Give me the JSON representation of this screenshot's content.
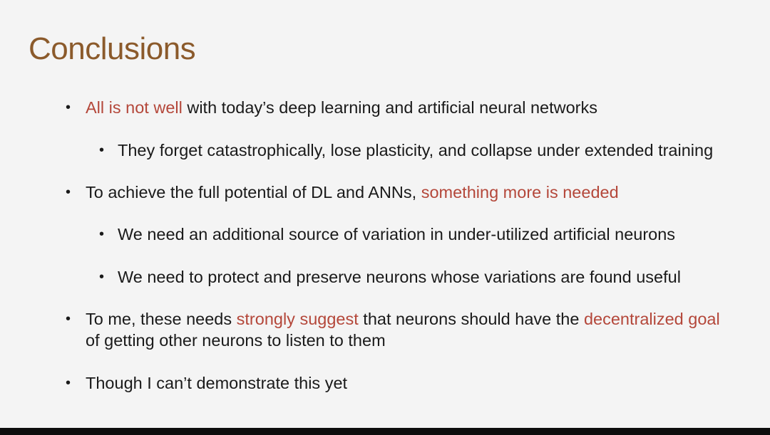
{
  "title": "Conclusions",
  "bullets": {
    "b1": {
      "hl": "All is not well",
      "rest": " with today’s deep learning and artificial neural networks"
    },
    "b1_1": {
      "text": "They forget catastrophically, lose plasticity, and collapse under extended training"
    },
    "b2": {
      "pre": "To achieve the full potential of DL and ANNs, ",
      "hl": "something more is needed"
    },
    "b2_1": {
      "text": "We need an additional source of variation in under-utilized artificial neurons"
    },
    "b2_2": {
      "text": "We need to protect and preserve neurons whose variations are found useful"
    },
    "b3": {
      "pre": "To me, these needs ",
      "hl1": "strongly suggest",
      "mid": " that neurons should have the ",
      "hl2": "decentralized goal",
      "line2": "of getting other neurons to listen to them"
    },
    "b4": {
      "text": "Though I can’t demonstrate this yet"
    }
  },
  "colors": {
    "title": "#8b5a2b",
    "highlight": "#b4473a",
    "text": "#1a1a1a",
    "background": "#f4f4f4"
  }
}
